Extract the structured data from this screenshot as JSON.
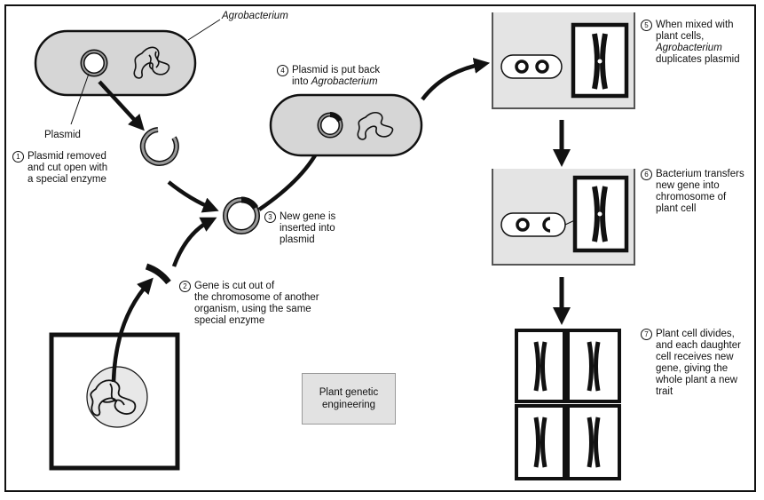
{
  "labels": {
    "agrobacterium": "Agrobacterium",
    "plasmid": "Plasmid",
    "step1": {
      "num": "1",
      "line1": "Plasmid removed",
      "line2": "and cut open with",
      "line3": "a special enzyme"
    },
    "step2": {
      "num": "2",
      "line1": "Gene is cut out of",
      "line2": "the chromosome of another",
      "line3": "organism, using the same",
      "line4": "special enzyme"
    },
    "step3": {
      "num": "3",
      "line1": "New gene is",
      "line2": "inserted into",
      "line3": "plasmid"
    },
    "step4": {
      "num": "4",
      "line1": "Plasmid is put back",
      "line2_prefix": "into ",
      "line2_italic": "Agrobacterium"
    },
    "step5": {
      "num": "5",
      "line1": "When mixed with",
      "line2": "plant cells,",
      "line3_italic": "Agrobacterium",
      "line4": "duplicates plasmid"
    },
    "step6": {
      "num": "6",
      "line1": "Bacterium transfers",
      "line2": "new gene into",
      "line3": "chromosome of",
      "line4": "plant cell"
    },
    "step7": {
      "num": "7",
      "line1": "Plant cell divides,",
      "line2": "and each daughter",
      "line3": "cell receives new",
      "line4": "gene, giving the",
      "line5": "whole plant a new",
      "line6": "trait"
    }
  },
  "title": {
    "line1": "Plant genetic",
    "line2": "engineering"
  },
  "colors": {
    "bacterium_fill": "#d6d6d6",
    "cell_fill": "#e4e4e4",
    "ink": "#111111",
    "plasmid_gray": "#9a9a9a"
  }
}
